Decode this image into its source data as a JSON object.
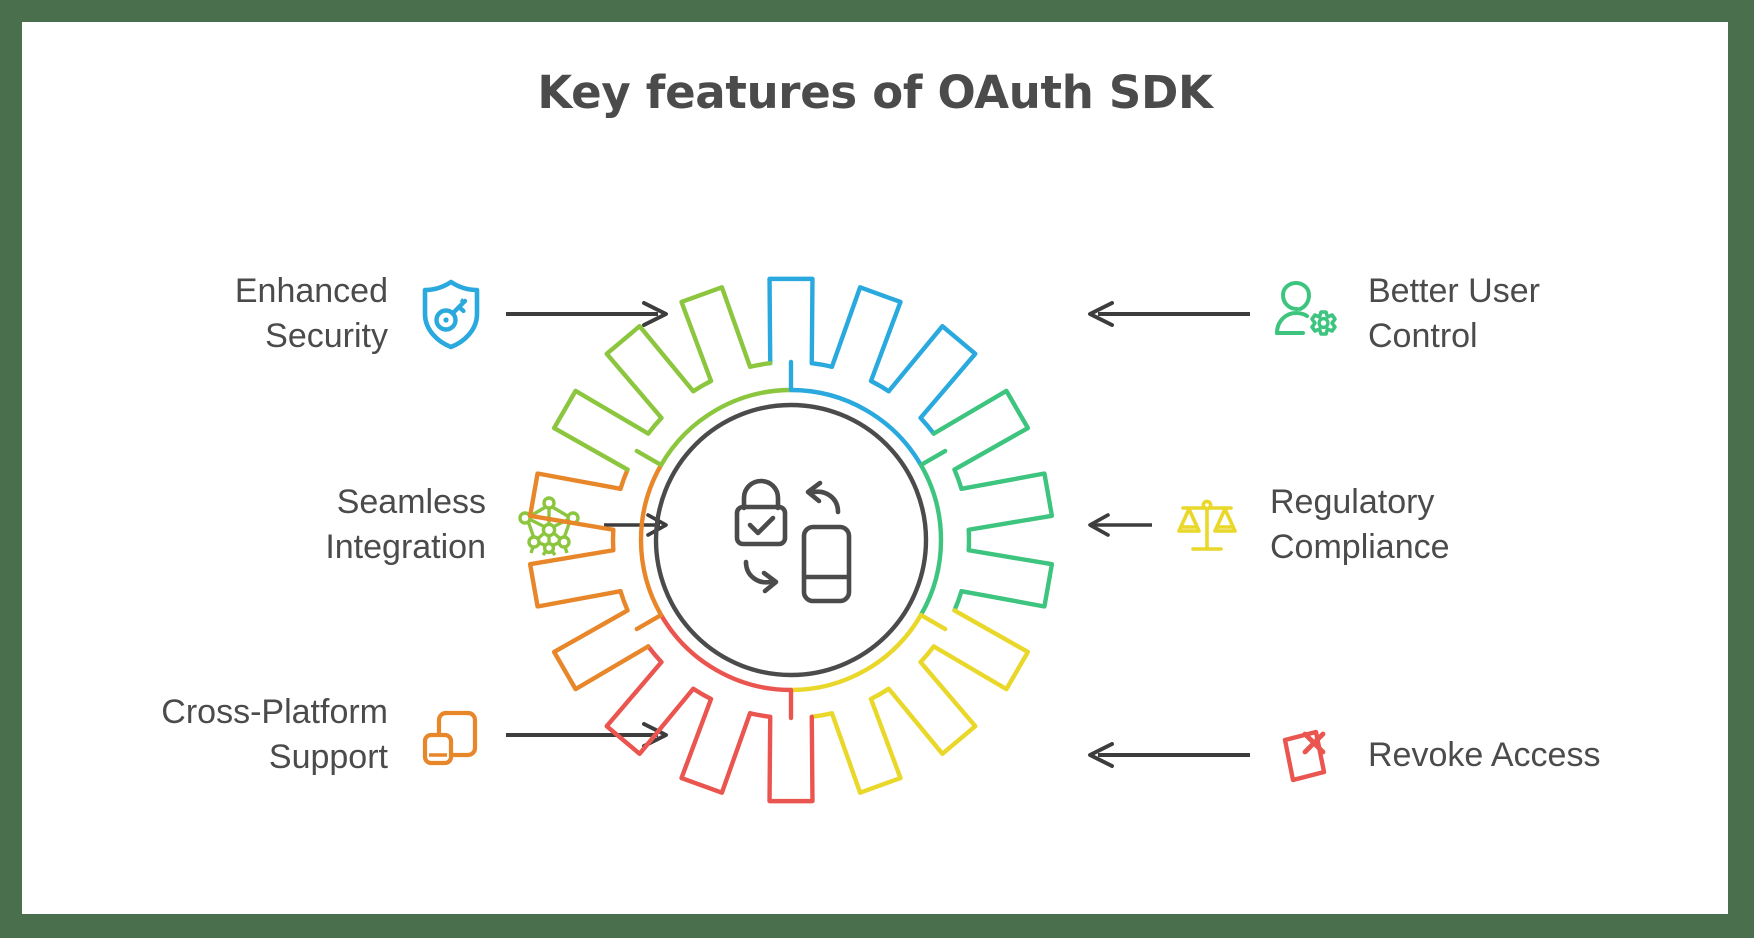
{
  "page": {
    "title": "Key features of OAuth SDK",
    "border_color": "#4a6f4d",
    "background_color": "#ffffff",
    "text_color": "#4b4b4b",
    "arrow_color": "#3d3d3d"
  },
  "center": {
    "icon_name": "oauth-exchange-icon",
    "icon_parts": [
      "padlock-check-icon",
      "mobile-device-icon",
      "refresh-arrows-icon"
    ],
    "icon_color": "#4b4b4b",
    "ring_color": "#4b4b4b"
  },
  "gear": {
    "teeth": 18,
    "segments": [
      {
        "name": "enhanced-security",
        "color": "#29a9dd",
        "label": "Enhanced Security"
      },
      {
        "name": "better-user-control",
        "color": "#3dc47e",
        "label": "Better User Control"
      },
      {
        "name": "regulatory-compliance",
        "color": "#e9d72a",
        "label": "Regulatory Compliance"
      },
      {
        "name": "revoke-access",
        "color": "#ea5550",
        "label": "Revoke Access"
      },
      {
        "name": "cross-platform-support",
        "color": "#e8862a",
        "label": "Cross-Platform Support"
      },
      {
        "name": "seamless-integration",
        "color": "#8cc63e",
        "label": "Seamless Integration"
      }
    ]
  },
  "features": {
    "left": [
      {
        "id": "enhanced-security",
        "label": "Enhanced\nSecurity",
        "icon": "shield-key-icon",
        "color": "#29a9dd",
        "arrow": "arrow-right",
        "arrow_length": 150
      },
      {
        "id": "seamless-integration",
        "label": "Seamless\nIntegration",
        "icon": "network-nodes-icon",
        "color": "#8cc63e",
        "arrow": "arrow-right",
        "arrow_length": 58
      },
      {
        "id": "cross-platform-support",
        "label": "Cross-Platform\nSupport",
        "icon": "devices-icon",
        "color": "#e8862a",
        "arrow": "arrow-right",
        "arrow_length": 150
      }
    ],
    "right": [
      {
        "id": "better-user-control",
        "label": "Better User\nControl",
        "icon": "user-gear-icon",
        "color": "#3dc47e",
        "arrow": "arrow-left",
        "arrow_length": 150
      },
      {
        "id": "regulatory-compliance",
        "label": "Regulatory\nCompliance",
        "icon": "scales-balance-icon",
        "color": "#e9d72a",
        "arrow": "arrow-left",
        "arrow_length": 58
      },
      {
        "id": "revoke-access",
        "label": "Revoke Access",
        "icon": "document-x-icon",
        "color": "#ea5550",
        "arrow": "arrow-left",
        "arrow_length": 150
      }
    ]
  }
}
